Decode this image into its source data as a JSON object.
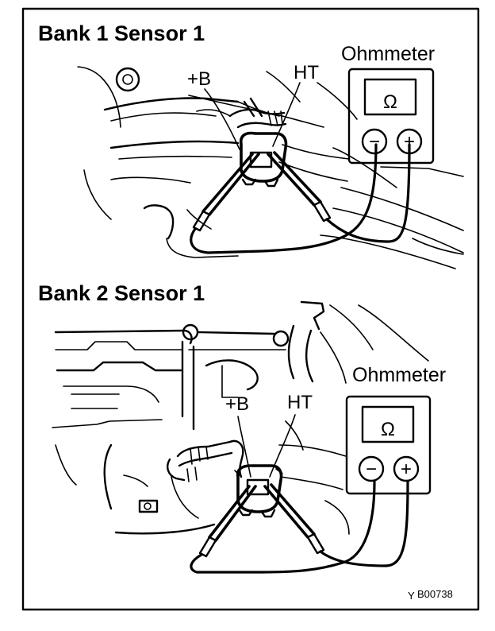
{
  "panels": [
    {
      "title": "Bank 1 Sensor 1",
      "labels": {
        "plus_b": "+B",
        "ht": "HT"
      },
      "meter": {
        "name": "Ohmmeter",
        "symbol": "Ω",
        "minus": "−",
        "plus": "+"
      }
    },
    {
      "title": "Bank 2 Sensor 1",
      "labels": {
        "plus_b": "+B",
        "ht": "HT"
      },
      "meter": {
        "name": "Ohmmeter",
        "symbol": "Ω",
        "minus": "−",
        "plus": "+"
      }
    }
  ],
  "figure_id": "B00738",
  "figure_prefix": "Y"
}
